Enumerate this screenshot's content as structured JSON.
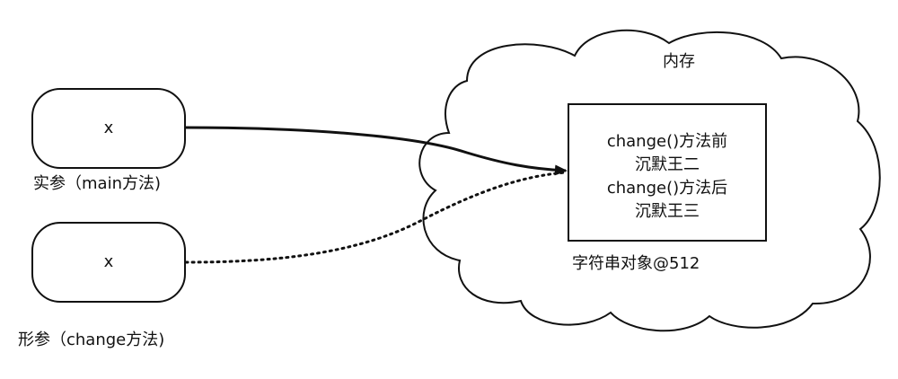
{
  "actual_param": {
    "variable": "x",
    "label": "实参（main方法)"
  },
  "formal_param": {
    "variable": "x",
    "label": "形参（change方法)"
  },
  "memory": {
    "title": "内存",
    "object_label": "字符串对象@512",
    "lines": [
      "change()方法前",
      "沉默王二",
      "change()方法后",
      "沉默王三"
    ]
  }
}
